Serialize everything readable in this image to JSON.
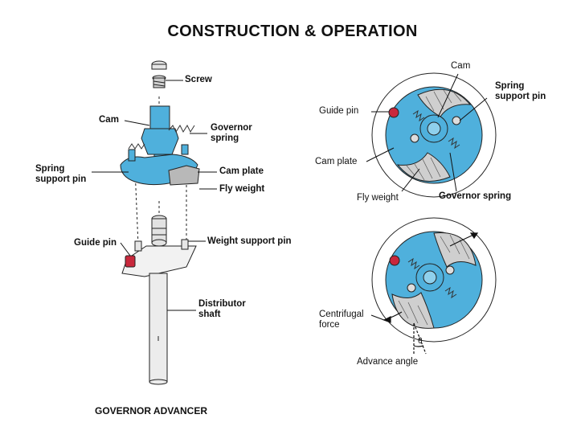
{
  "title": "CONSTRUCTION & OPERATION",
  "caption": "GOVERNOR ADVANCER",
  "colors": {
    "part_blue": "#4fb0dc",
    "guide_pin_red": "#c8283c",
    "metal_gray": "#b8b8b8"
  },
  "left_labels": {
    "screw": "Screw",
    "cam": "Cam",
    "governor_spring_1": "Governor",
    "governor_spring_2": "spring",
    "spring_support_pin_1": "Spring",
    "spring_support_pin_2": "support pin",
    "cam_plate": "Cam plate",
    "fly_weight": "Fly weight",
    "guide_pin": "Guide pin",
    "weight_support_pin": "Weight support pin",
    "distributor_shaft_1": "Distributor",
    "distributor_shaft_2": "shaft"
  },
  "right_top_labels": {
    "cam": "Cam",
    "spring_support_pin_1": "Spring",
    "spring_support_pin_2": "support pin",
    "guide_pin": "Guide pin",
    "cam_plate": "Cam plate",
    "fly_weight": "Fly weight",
    "governor_spring": "Governor spring"
  },
  "right_bottom_labels": {
    "centrifugal_1": "Centrifugal",
    "centrifugal_2": "force",
    "theta": "θ",
    "advance_angle": "Advance angle"
  }
}
